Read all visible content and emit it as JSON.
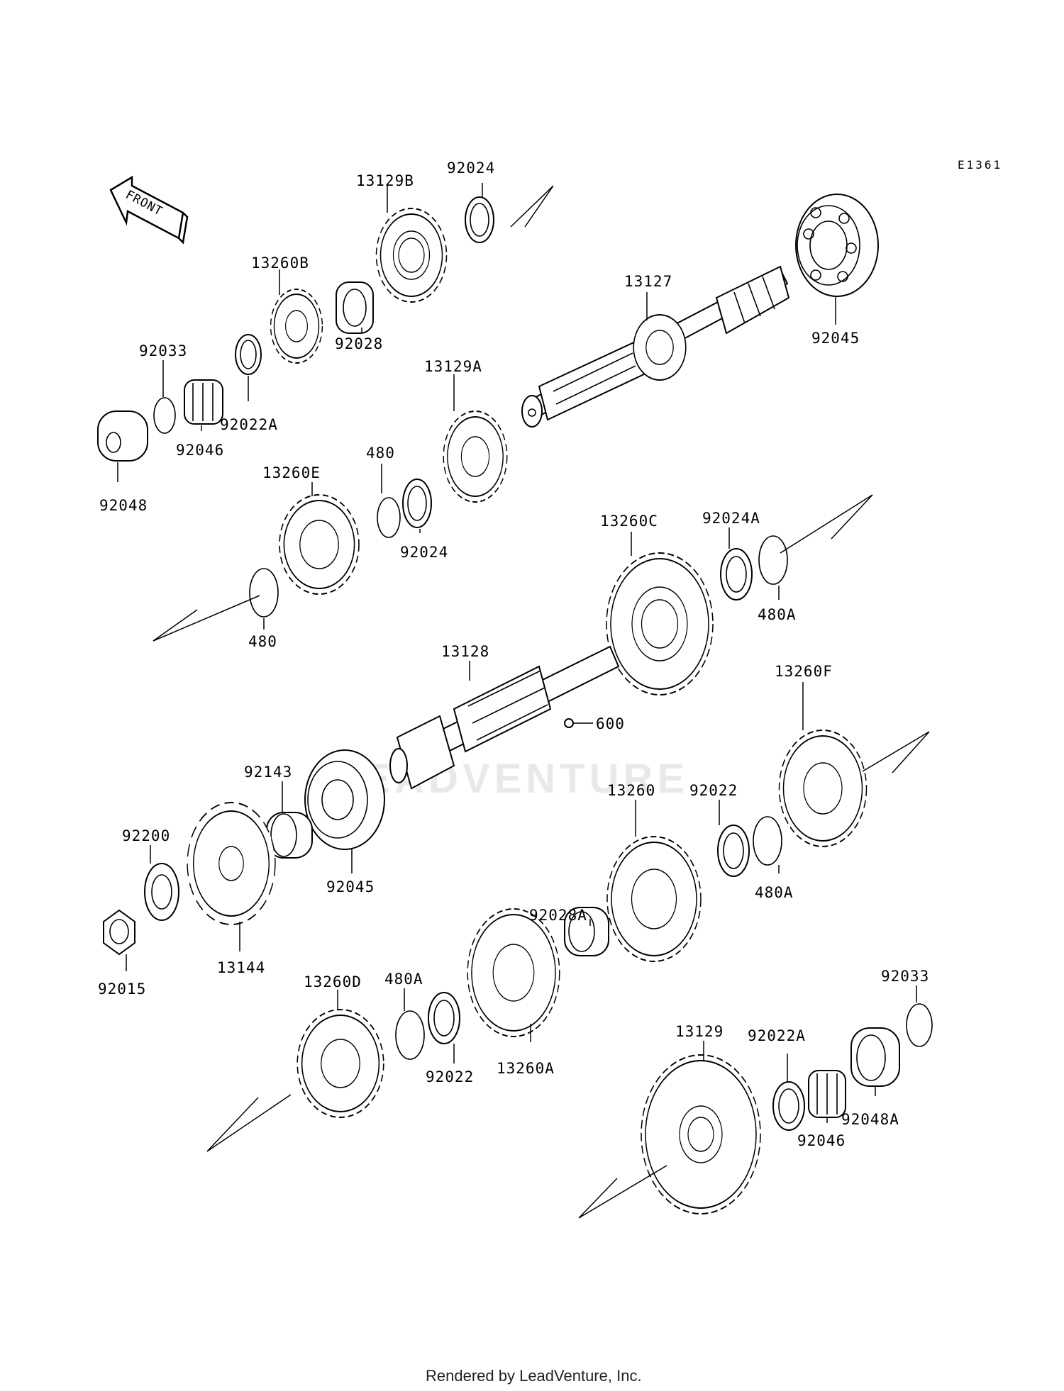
{
  "diagram": {
    "diagram_code": "E1361",
    "front_label": "FRONT",
    "watermark": "LEADVENTURE",
    "footer": "Rendered by LeadVenture, Inc."
  },
  "parts": [
    {
      "id": "p0",
      "label": "13129B"
    },
    {
      "id": "p1",
      "label": "92024"
    },
    {
      "id": "p2",
      "label": "13260B"
    },
    {
      "id": "p3",
      "label": "92033"
    },
    {
      "id": "p4",
      "label": "92028"
    },
    {
      "id": "p5",
      "label": "13127"
    },
    {
      "id": "p6",
      "label": "92045"
    },
    {
      "id": "p7",
      "label": "92022A"
    },
    {
      "id": "p8",
      "label": "92046"
    },
    {
      "id": "p9",
      "label": "13129A"
    },
    {
      "id": "p10",
      "label": "92048"
    },
    {
      "id": "p11",
      "label": "480"
    },
    {
      "id": "p12",
      "label": "13260E"
    },
    {
      "id": "p13",
      "label": "92024"
    },
    {
      "id": "p14",
      "label": "13260C"
    },
    {
      "id": "p15",
      "label": "92024A"
    },
    {
      "id": "p16",
      "label": "480A"
    },
    {
      "id": "p17",
      "label": "480"
    },
    {
      "id": "p18",
      "label": "13128"
    },
    {
      "id": "p19",
      "label": "600"
    },
    {
      "id": "p20",
      "label": "13260F"
    },
    {
      "id": "p21",
      "label": "92143"
    },
    {
      "id": "p22",
      "label": "13260"
    },
    {
      "id": "p23",
      "label": "92022"
    },
    {
      "id": "p24",
      "label": "92200"
    },
    {
      "id": "p25",
      "label": "92045"
    },
    {
      "id": "p26",
      "label": "480A"
    },
    {
      "id": "p27",
      "label": "92028A"
    },
    {
      "id": "p28",
      "label": "92015"
    },
    {
      "id": "p29",
      "label": "13144"
    },
    {
      "id": "p30",
      "label": "13260D"
    },
    {
      "id": "p31",
      "label": "480A"
    },
    {
      "id": "p32",
      "label": "92033"
    },
    {
      "id": "p33",
      "label": "13129"
    },
    {
      "id": "p34",
      "label": "92022A"
    },
    {
      "id": "p35",
      "label": "92022"
    },
    {
      "id": "p36",
      "label": "13260A"
    },
    {
      "id": "p37",
      "label": "92046"
    },
    {
      "id": "p38",
      "label": "92048A"
    }
  ]
}
